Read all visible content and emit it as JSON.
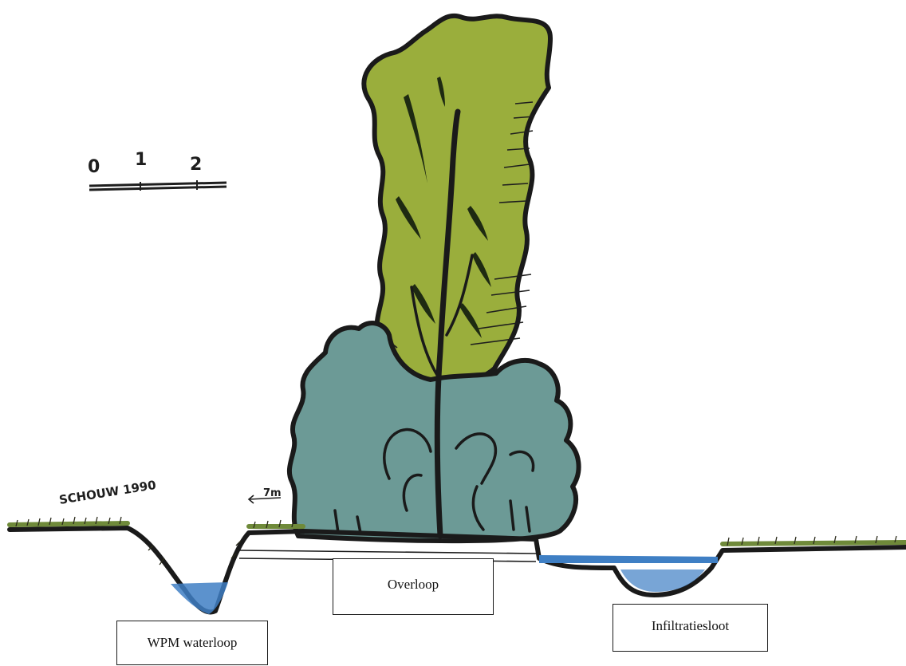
{
  "scale_bar": {
    "ticks": [
      "0",
      "1",
      "2"
    ]
  },
  "annotations": {
    "location": "SCHOUW 1990",
    "height": "7m"
  },
  "labels": {
    "overflow": "Overloop",
    "watercourse": "WPM waterloop",
    "infiltration": "Infiltratiesloot"
  },
  "colors": {
    "tree_crown": "#9aae3c",
    "shrub": "#6c9a96",
    "water": "#3f7fc4",
    "grass": "#6f8a3a",
    "outline": "#1a1a1a"
  }
}
